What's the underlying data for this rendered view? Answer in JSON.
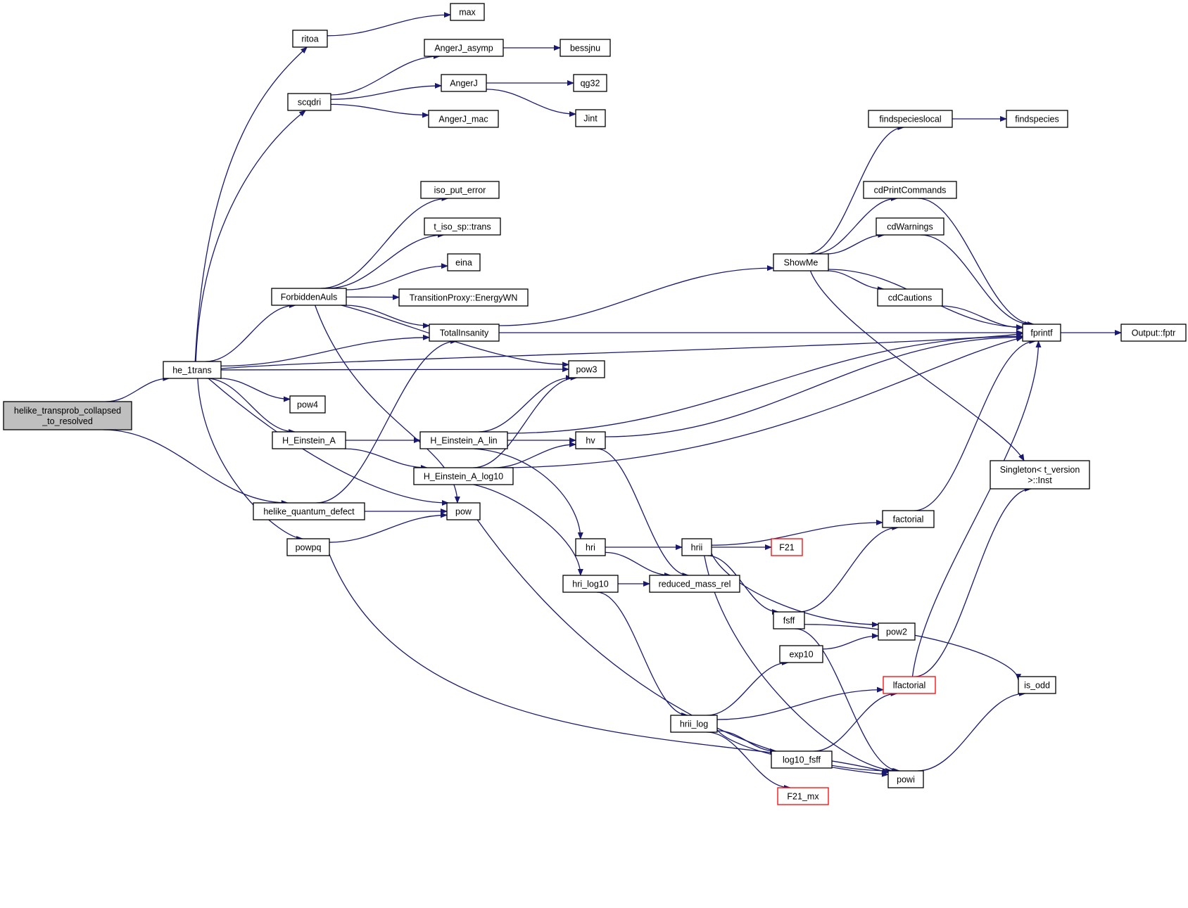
{
  "colors": {
    "edge": "#191970",
    "node_border": "#000000",
    "truncated_border": "#ff0000",
    "root_fill": "#bfbfbf",
    "background": "#ffffff"
  },
  "nodes": {
    "helike": {
      "lines": [
        "helike_transprob_collapsed",
        "_to_resolved"
      ],
      "kind": "root"
    },
    "he1trans": {
      "label": "he_1trans"
    },
    "ritoa": {
      "label": "ritoa"
    },
    "max": {
      "label": "max"
    },
    "scqdri": {
      "label": "scqdri"
    },
    "angerj_asymp": {
      "label": "AngerJ_asymp"
    },
    "bessjnu": {
      "label": "bessjnu"
    },
    "angerj": {
      "label": "AngerJ"
    },
    "qg32": {
      "label": "qg32"
    },
    "jint": {
      "label": "Jint"
    },
    "angerj_mac": {
      "label": "AngerJ_mac"
    },
    "iso_put_error": {
      "label": "iso_put_error"
    },
    "t_iso_sp_trans": {
      "label": "t_iso_sp::trans"
    },
    "eina": {
      "label": "eina"
    },
    "forbiddenauls": {
      "label": "ForbiddenAuls"
    },
    "transitionproxy": {
      "label": "TransitionProxy::EnergyWN"
    },
    "totalinsanity": {
      "label": "TotalInsanity"
    },
    "pow3": {
      "label": "pow3"
    },
    "pow4": {
      "label": "pow4"
    },
    "h_einstein_a": {
      "label": "H_Einstein_A"
    },
    "h_einstein_a_lin": {
      "label": "H_Einstein_A_lin"
    },
    "h_einstein_a_log10": {
      "label": "H_Einstein_A_log10"
    },
    "hv": {
      "label": "hv"
    },
    "helike_qd": {
      "label": "helike_quantum_defect"
    },
    "pow": {
      "label": "pow"
    },
    "powpq": {
      "label": "powpq"
    },
    "hri": {
      "label": "hri"
    },
    "hrii": {
      "label": "hrii"
    },
    "f21": {
      "label": "F21",
      "kind": "truncated"
    },
    "hri_log10": {
      "label": "hri_log10"
    },
    "reduced_mass_rel": {
      "label": "reduced_mass_rel"
    },
    "fsff": {
      "label": "fsff"
    },
    "pow2": {
      "label": "pow2"
    },
    "exp10": {
      "label": "exp10"
    },
    "lfactorial": {
      "label": "lfactorial",
      "kind": "truncated"
    },
    "hrii_log": {
      "label": "hrii_log"
    },
    "log10_fsff": {
      "label": "log10_fsff"
    },
    "f21_mx": {
      "label": "F21_mx",
      "kind": "truncated"
    },
    "powi": {
      "label": "powi"
    },
    "is_odd": {
      "label": "is_odd"
    },
    "factorial": {
      "label": "factorial"
    },
    "singleton": {
      "lines": [
        "Singleton< t_version",
        ">::Inst"
      ]
    },
    "findspecieslocal": {
      "label": "findspecieslocal"
    },
    "findspecies": {
      "label": "findspecies"
    },
    "cdprintcommands": {
      "label": "cdPrintCommands"
    },
    "cdwarnings": {
      "label": "cdWarnings"
    },
    "showme": {
      "label": "ShowMe"
    },
    "cdcautions": {
      "label": "cdCautions"
    },
    "fprintf": {
      "label": "fprintf"
    },
    "output_fptr": {
      "label": "Output::fptr"
    }
  },
  "edges": [
    [
      "helike",
      "he1trans"
    ],
    [
      "helike",
      "helike_qd"
    ],
    [
      "he1trans",
      "ritoa"
    ],
    [
      "he1trans",
      "scqdri"
    ],
    [
      "he1trans",
      "fprintf"
    ],
    [
      "he1trans",
      "forbiddenauls"
    ],
    [
      "he1trans",
      "totalinsanity"
    ],
    [
      "he1trans",
      "pow3"
    ],
    [
      "he1trans",
      "pow4"
    ],
    [
      "he1trans",
      "h_einstein_a"
    ],
    [
      "he1trans",
      "pow"
    ],
    [
      "he1trans",
      "powpq"
    ],
    [
      "ritoa",
      "max"
    ],
    [
      "scqdri",
      "angerj_asymp"
    ],
    [
      "scqdri",
      "angerj"
    ],
    [
      "scqdri",
      "angerj_mac"
    ],
    [
      "angerj_asymp",
      "bessjnu"
    ],
    [
      "angerj",
      "qg32"
    ],
    [
      "angerj",
      "jint"
    ],
    [
      "forbiddenauls",
      "iso_put_error"
    ],
    [
      "forbiddenauls",
      "t_iso_sp_trans"
    ],
    [
      "forbiddenauls",
      "eina"
    ],
    [
      "forbiddenauls",
      "transitionproxy"
    ],
    [
      "forbiddenauls",
      "totalinsanity"
    ],
    [
      "forbiddenauls",
      "pow3"
    ],
    [
      "forbiddenauls",
      "pow"
    ],
    [
      "totalinsanity",
      "showme"
    ],
    [
      "totalinsanity",
      "fprintf"
    ],
    [
      "h_einstein_a",
      "h_einstein_a_lin"
    ],
    [
      "h_einstein_a",
      "h_einstein_a_log10"
    ],
    [
      "h_einstein_a_lin",
      "pow3"
    ],
    [
      "h_einstein_a_lin",
      "fprintf"
    ],
    [
      "h_einstein_a_lin",
      "hv"
    ],
    [
      "h_einstein_a_lin",
      "hri"
    ],
    [
      "h_einstein_a_log10",
      "hv"
    ],
    [
      "h_einstein_a_log10",
      "pow3"
    ],
    [
      "h_einstein_a_log10",
      "fprintf"
    ],
    [
      "h_einstein_a_log10",
      "hri_log10"
    ],
    [
      "hv",
      "fprintf"
    ],
    [
      "hv",
      "reduced_mass_rel"
    ],
    [
      "helike_qd",
      "totalinsanity"
    ],
    [
      "helike_qd",
      "pow"
    ],
    [
      "powpq",
      "pow"
    ],
    [
      "powpq",
      "powi"
    ],
    [
      "pow",
      "powi"
    ],
    [
      "hri",
      "hrii"
    ],
    [
      "hri",
      "reduced_mass_rel"
    ],
    [
      "hri_log10",
      "reduced_mass_rel"
    ],
    [
      "hri_log10",
      "hrii_log"
    ],
    [
      "hrii",
      "factorial"
    ],
    [
      "hrii",
      "f21"
    ],
    [
      "hrii",
      "fsff"
    ],
    [
      "hrii",
      "pow2"
    ],
    [
      "hrii",
      "powi"
    ],
    [
      "fsff",
      "factorial"
    ],
    [
      "fsff",
      "is_odd"
    ],
    [
      "fsff",
      "powi"
    ],
    [
      "factorial",
      "fprintf"
    ],
    [
      "exp10",
      "pow2"
    ],
    [
      "hrii_log",
      "exp10"
    ],
    [
      "hrii_log",
      "lfactorial"
    ],
    [
      "hrii_log",
      "log10_fsff"
    ],
    [
      "hrii_log",
      "f21_mx"
    ],
    [
      "hrii_log",
      "powi"
    ],
    [
      "log10_fsff",
      "lfactorial"
    ],
    [
      "lfactorial",
      "fprintf"
    ],
    [
      "lfactorial",
      "singleton"
    ],
    [
      "powi",
      "is_odd"
    ],
    [
      "showme",
      "findspecieslocal"
    ],
    [
      "showme",
      "cdprintcommands"
    ],
    [
      "showme",
      "cdwarnings"
    ],
    [
      "showme",
      "cdcautions"
    ],
    [
      "showme",
      "fprintf"
    ],
    [
      "showme",
      "singleton"
    ],
    [
      "findspecieslocal",
      "findspecies"
    ],
    [
      "cdprintcommands",
      "fprintf"
    ],
    [
      "cdwarnings",
      "fprintf"
    ],
    [
      "cdcautions",
      "fprintf"
    ],
    [
      "fprintf",
      "output_fptr"
    ]
  ]
}
